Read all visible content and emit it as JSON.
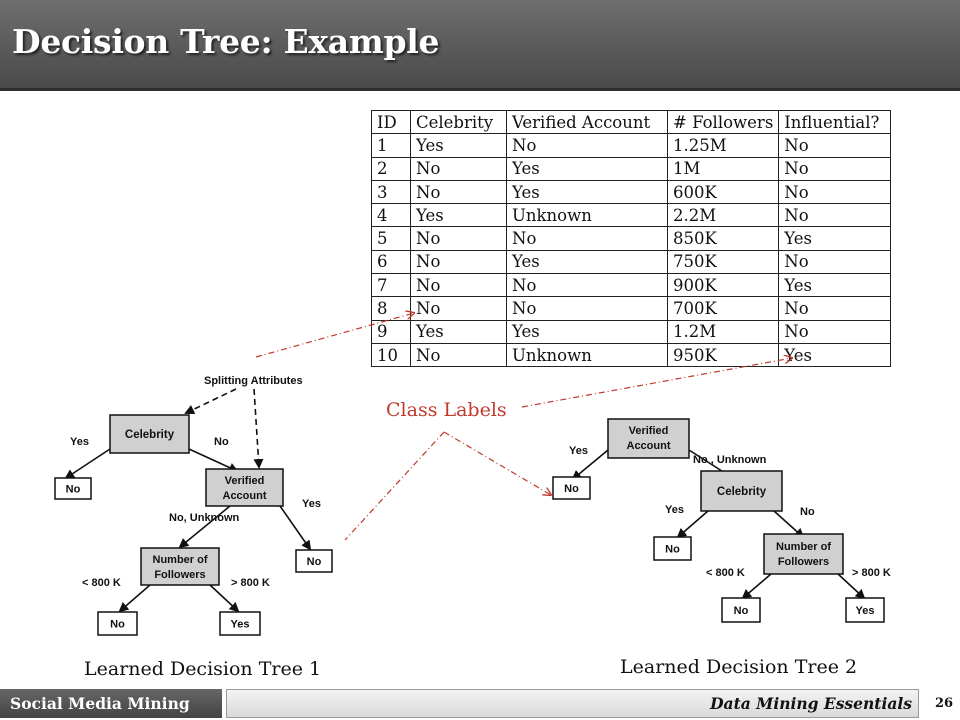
{
  "slide": {
    "title": "Decision Tree: Example",
    "page_number": "26"
  },
  "table": {
    "headers": [
      "ID",
      "Celebrity",
      "Verified Account",
      "# Followers",
      "Influential?"
    ],
    "rows": [
      [
        "1",
        "Yes",
        "No",
        "1.25M",
        "No"
      ],
      [
        "2",
        "No",
        "Yes",
        "1M",
        "No"
      ],
      [
        "3",
        "No",
        "Yes",
        "600K",
        "No"
      ],
      [
        "4",
        "Yes",
        "Unknown",
        "2.2M",
        "No"
      ],
      [
        "5",
        "No",
        "No",
        "850K",
        "Yes"
      ],
      [
        "6",
        "No",
        "Yes",
        "750K",
        "No"
      ],
      [
        "7",
        "No",
        "No",
        "900K",
        "Yes"
      ],
      [
        "8",
        "No",
        "No",
        "700K",
        "No"
      ],
      [
        "9",
        "Yes",
        "Yes",
        "1.2M",
        "No"
      ],
      [
        "10",
        "No",
        "Unknown",
        "950K",
        "Yes"
      ]
    ]
  },
  "annotations": {
    "class_labels": "Class Labels",
    "splitting_attributes": "Splitting Attributes"
  },
  "tree1": {
    "caption": "Learned Decision Tree 1",
    "nodes": {
      "celebrity": "Celebrity",
      "verified_1": "Verified",
      "verified_2": "Account",
      "followers_1": "Number of",
      "followers_2": "Followers",
      "leaf_no": "No",
      "leaf_yes": "Yes"
    },
    "edges": {
      "yes": "Yes",
      "no": "No",
      "no_unknown": "No, Unknown",
      "lt800": "< 800 K",
      "gt800": "> 800 K"
    }
  },
  "tree2": {
    "caption": "Learned Decision Tree 2",
    "nodes": {
      "verified_1": "Verified",
      "verified_2": "Account",
      "celebrity": "Celebrity",
      "followers_1": "Number of",
      "followers_2": "Followers",
      "leaf_no": "No",
      "leaf_yes": "Yes"
    },
    "edges": {
      "yes": "Yes",
      "no_unknown": "No , Unknown",
      "no": "No",
      "lt800": "< 800 K",
      "gt800": "> 800 K"
    }
  },
  "footer": {
    "left": "Social Media Mining",
    "right": "Data Mining Essentials"
  },
  "colors": {
    "node_fill": "#d0d0d0",
    "annotation": "#c0392b",
    "title_bar": "#5a5a5a"
  }
}
